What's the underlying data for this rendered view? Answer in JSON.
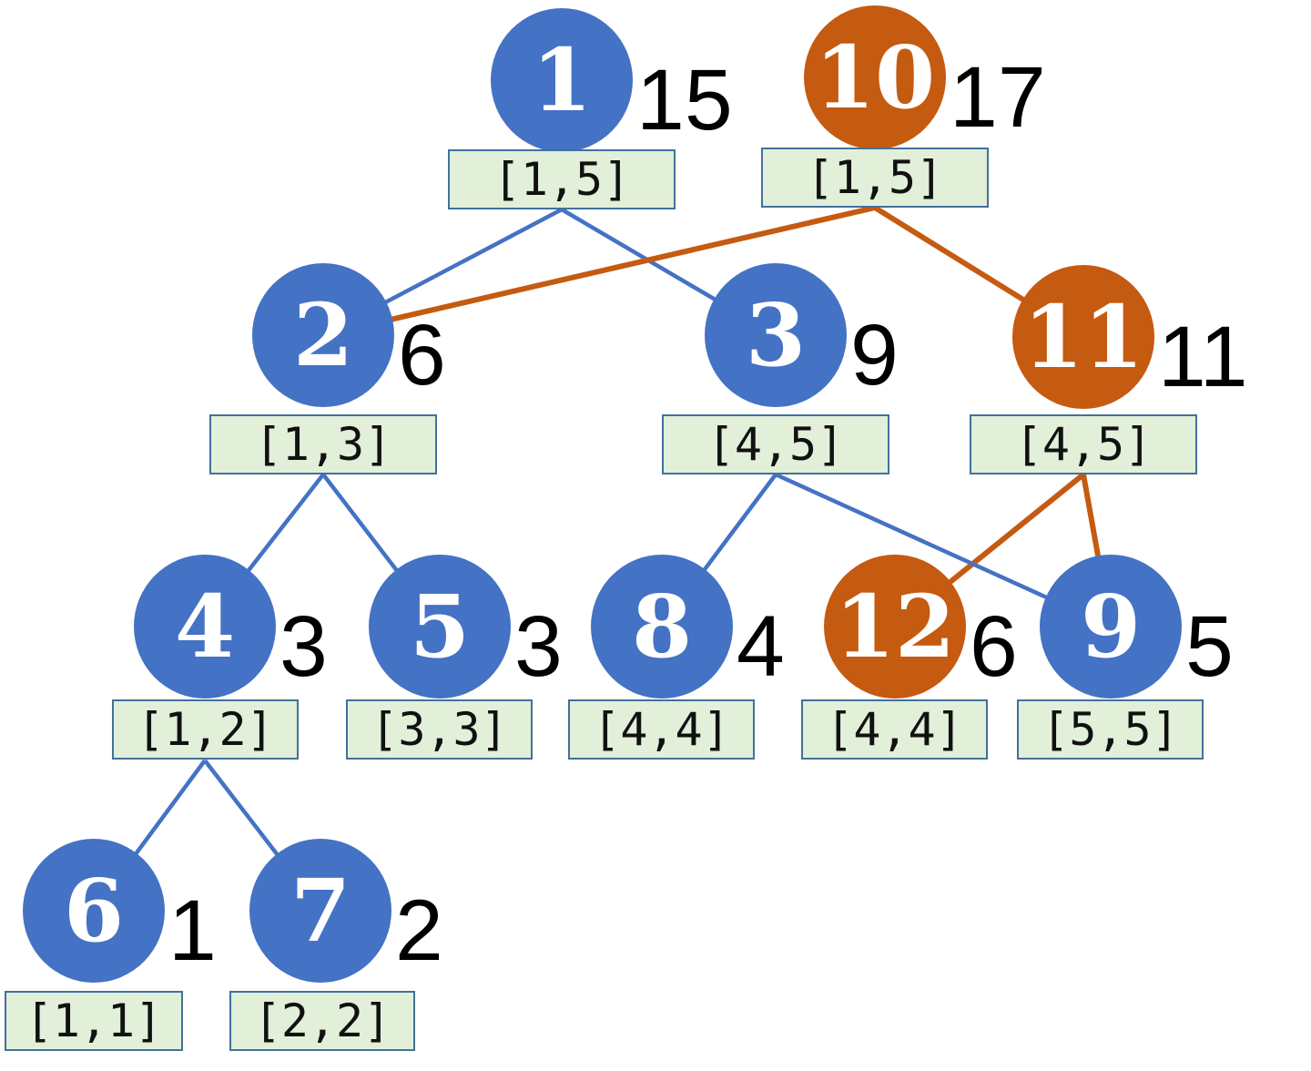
{
  "colors": {
    "node_blue": "#4472C4",
    "node_orange": "#C55A11",
    "edge_blue": "#4472C4",
    "edge_orange": "#C55A11",
    "range_box_fill": "#E2EFD9",
    "range_box_border": "#41719C",
    "node_text": "#FFFFFF",
    "label_text": "#000000"
  },
  "nodes": [
    {
      "id": "1",
      "value": "15",
      "range": "[1,5]",
      "color": "blue"
    },
    {
      "id": "10",
      "value": "17",
      "range": "[1,5]",
      "color": "orange"
    },
    {
      "id": "2",
      "value": "6",
      "range": "[1,3]",
      "color": "blue"
    },
    {
      "id": "3",
      "value": "9",
      "range": "[4,5]",
      "color": "blue"
    },
    {
      "id": "11",
      "value": "11",
      "range": "[4,5]",
      "color": "orange"
    },
    {
      "id": "4",
      "value": "3",
      "range": "[1,2]",
      "color": "blue"
    },
    {
      "id": "5",
      "value": "3",
      "range": "[3,3]",
      "color": "blue"
    },
    {
      "id": "8",
      "value": "4",
      "range": "[4,4]",
      "color": "blue"
    },
    {
      "id": "12",
      "value": "6",
      "range": "[4,4]",
      "color": "orange"
    },
    {
      "id": "9",
      "value": "5",
      "range": "[5,5]",
      "color": "blue"
    },
    {
      "id": "6",
      "value": "1",
      "range": "[1,1]",
      "color": "blue"
    },
    {
      "id": "7",
      "value": "2",
      "range": "[2,2]",
      "color": "blue"
    }
  ],
  "edges": [
    {
      "from": "1",
      "to": "2",
      "color": "blue"
    },
    {
      "from": "1",
      "to": "3",
      "color": "blue"
    },
    {
      "from": "2",
      "to": "4",
      "color": "blue"
    },
    {
      "from": "2",
      "to": "5",
      "color": "blue"
    },
    {
      "from": "3",
      "to": "8",
      "color": "blue"
    },
    {
      "from": "4",
      "to": "6",
      "color": "blue"
    },
    {
      "from": "4",
      "to": "7",
      "color": "blue"
    },
    {
      "from": "10",
      "to": "2",
      "color": "orange"
    },
    {
      "from": "10",
      "to": "11",
      "color": "orange"
    },
    {
      "from": "11",
      "to": "12",
      "color": "orange"
    },
    {
      "from": "11",
      "to": "9",
      "color": "orange"
    },
    {
      "from": "3",
      "to": "9",
      "color": "blue"
    }
  ]
}
